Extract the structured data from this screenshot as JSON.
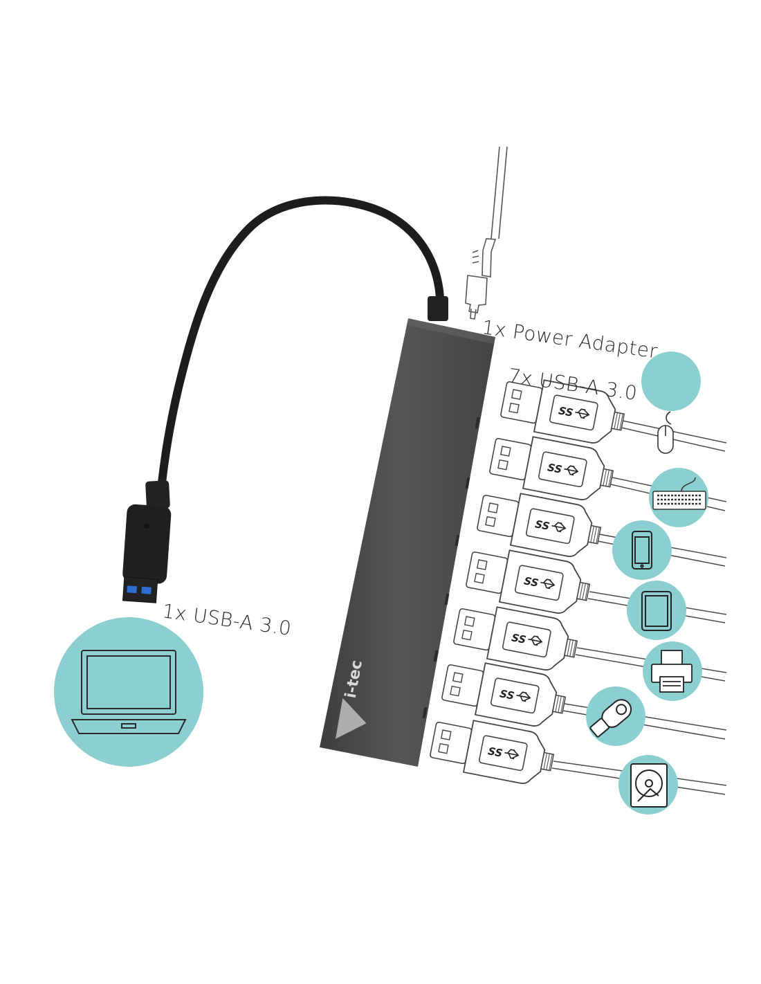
{
  "labels": {
    "power_adapter": "1x Power Adapter",
    "usb_a_7": "7x USB-A 3.0",
    "usb_a_1": "1x USB-A 3.0"
  },
  "brand": {
    "logo_text": "i-tec"
  },
  "port_badge": "SS",
  "colors": {
    "accent_circle": "#8ccfd1",
    "hub_body": "#4b4b4d",
    "cable": "#1d1d1d",
    "usb_blue": "#2f6fcf",
    "line_art": "#444444"
  },
  "devices": [
    "mouse-icon",
    "keyboard-icon",
    "smartphone-icon",
    "tablet-icon",
    "printer-icon",
    "usb-flash-drive-icon",
    "hard-drive-icon"
  ],
  "host_device": "laptop-icon"
}
